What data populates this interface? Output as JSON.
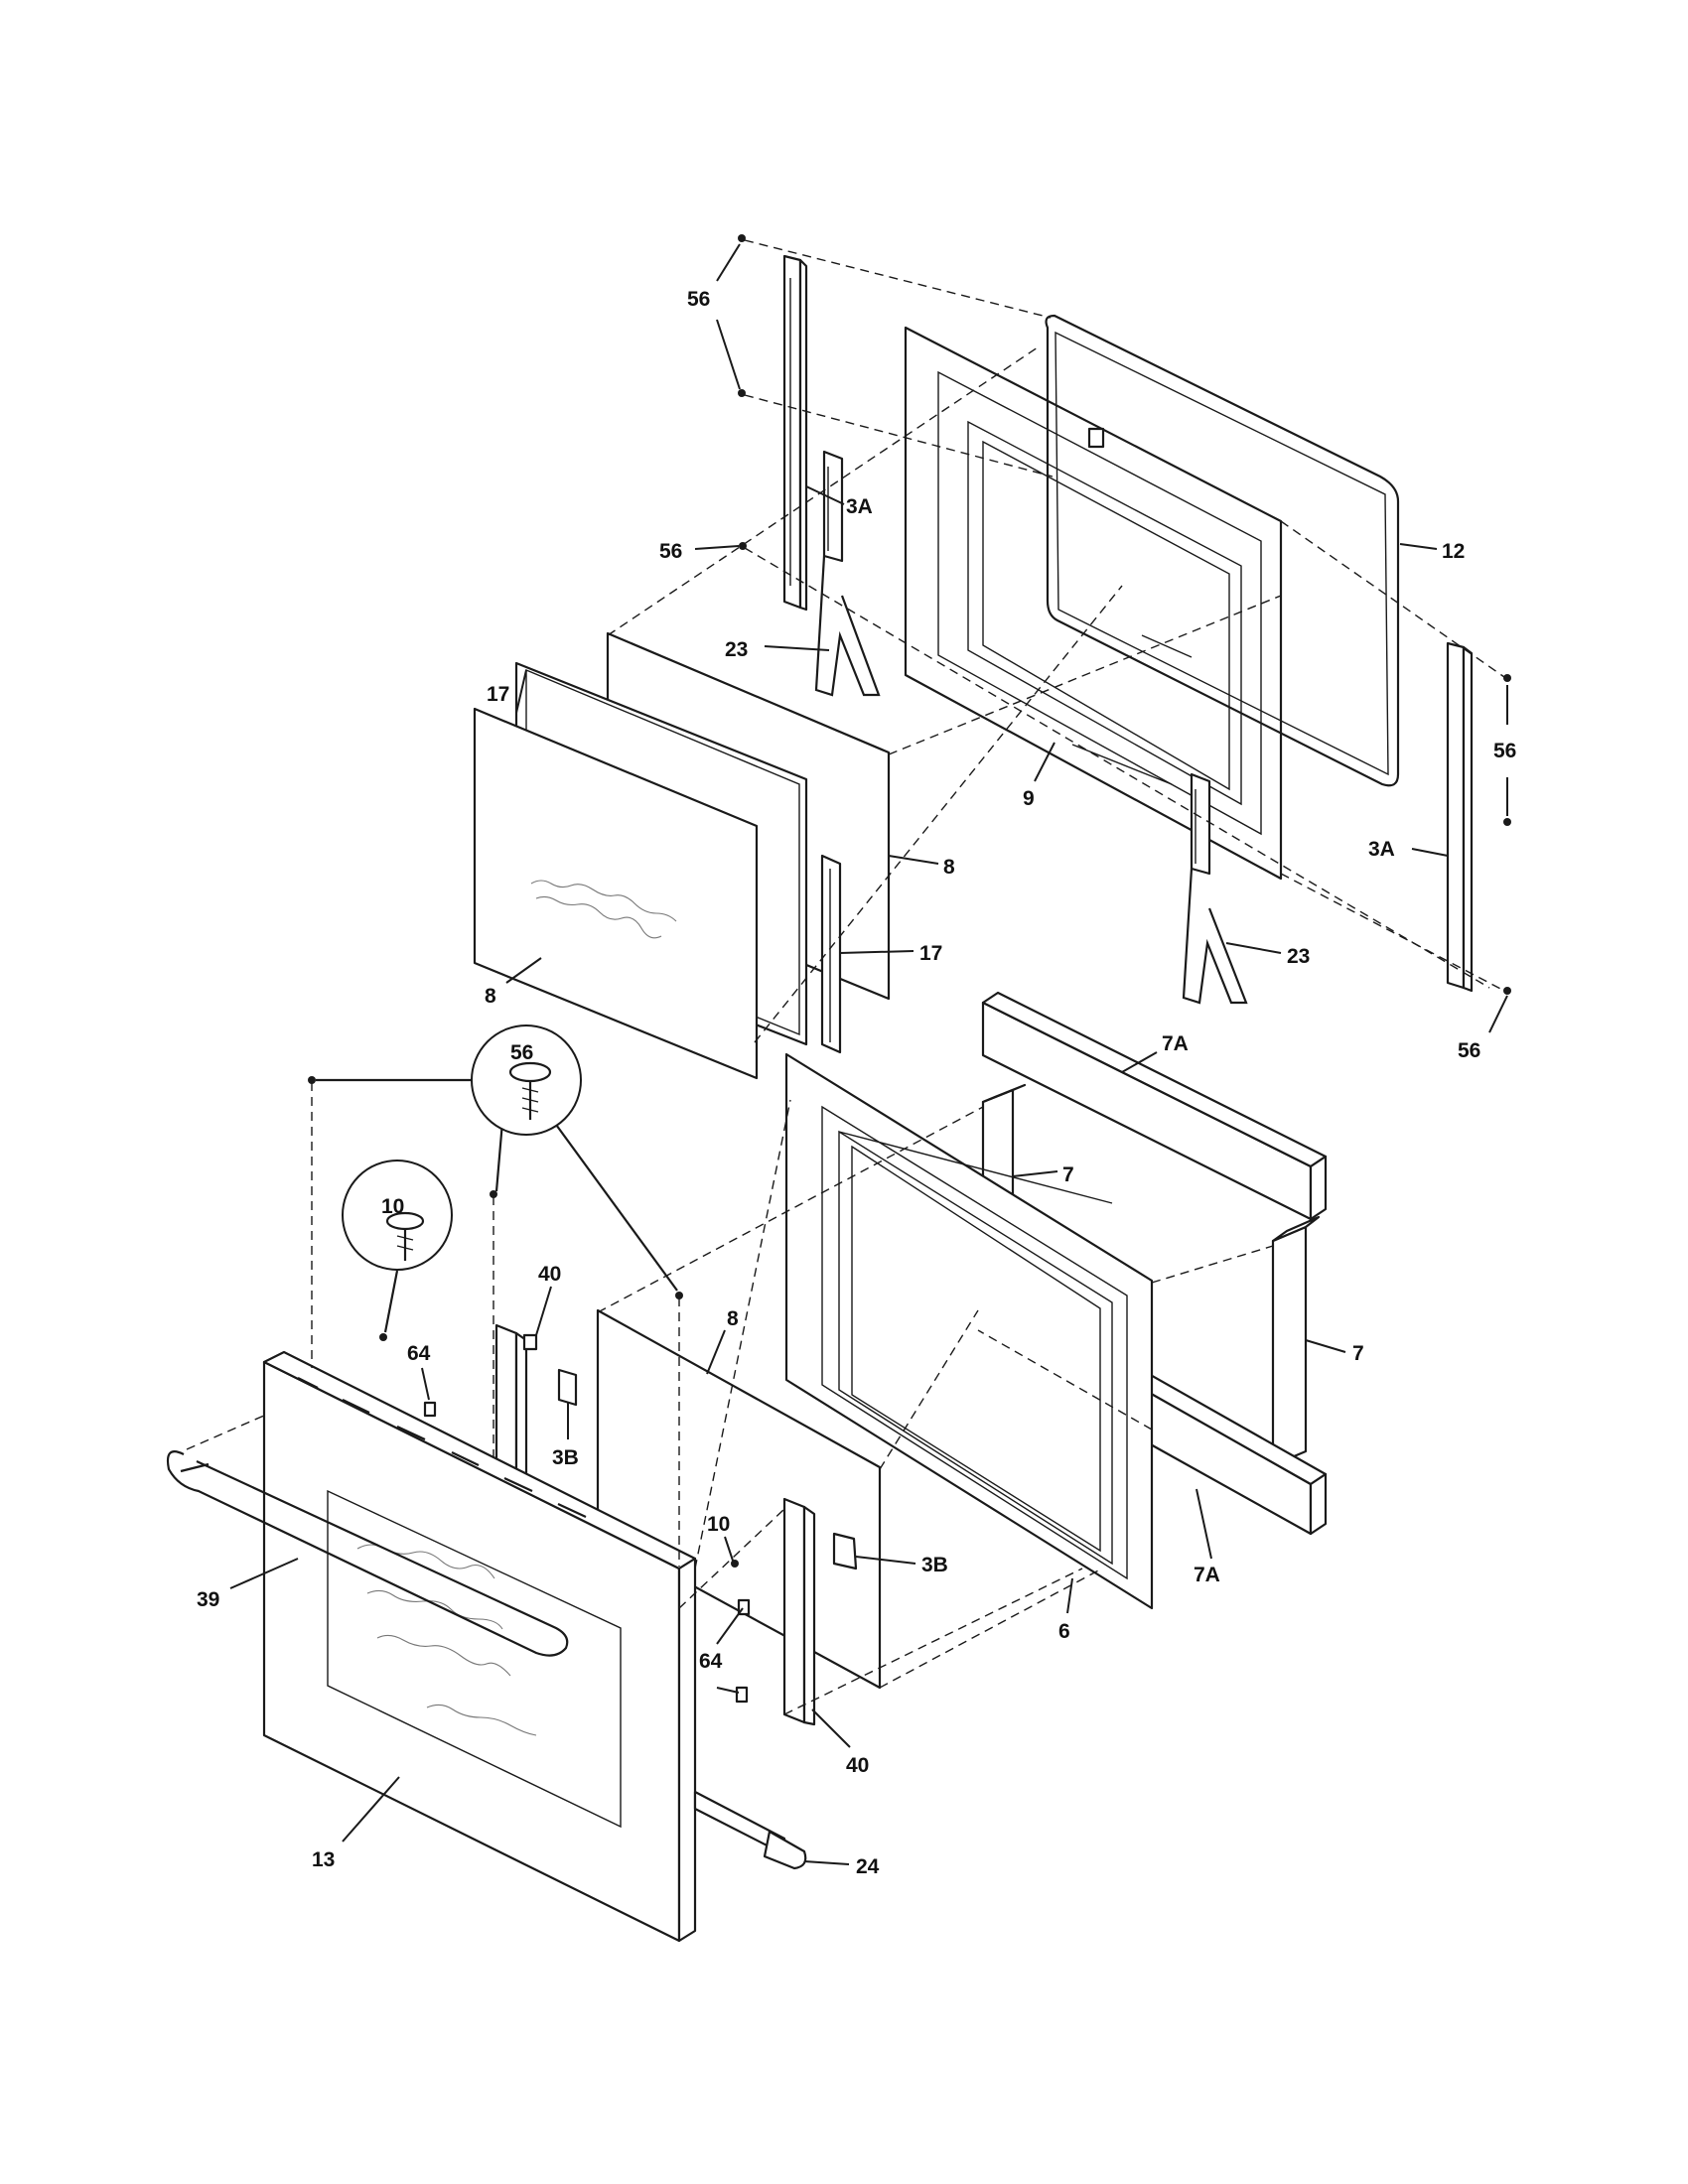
{
  "callouts": {
    "c56_top": "56",
    "c3a_left": "3A",
    "c56_mid": "56",
    "c12": "12",
    "c17_top": "17",
    "c23_left": "23",
    "c56_right": "56",
    "c9": "9",
    "c8_right": "8",
    "c3a_right": "3A",
    "c17_bottom": "17",
    "c23_right": "23",
    "c8_left": "8",
    "c56_lower_right": "56",
    "c7a_top": "7A",
    "c56_inset": "56",
    "c7_top": "7",
    "c10_inset": "10",
    "c40_top": "40",
    "c8_lower": "8",
    "c7_right": "7",
    "c64_top": "64",
    "c3b_left": "3B",
    "c7a_bottom": "7A",
    "c10_lower": "10",
    "c3b_right": "3B",
    "c39": "39",
    "c6": "6",
    "c64_bottom": "64",
    "c40_bottom": "40",
    "c13": "13",
    "c24": "24"
  }
}
